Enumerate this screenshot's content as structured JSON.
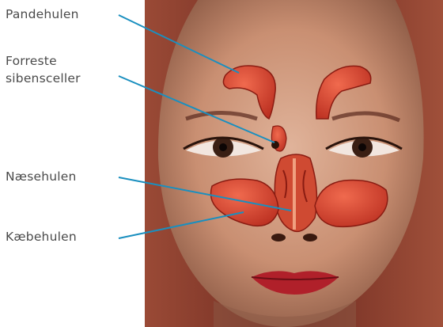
{
  "diagram": {
    "labels": [
      {
        "id": "pandehulen",
        "text": "Pandehulen"
      },
      {
        "id": "forreste-sibensceller",
        "text": "Forreste\nsibensceller"
      },
      {
        "id": "naesehulen",
        "text": "Næsehulen"
      },
      {
        "id": "kaebehulen",
        "text": "Kæbehulen"
      }
    ]
  },
  "colors": {
    "leader_line": "#1a8fbf",
    "sinus_fill": "#d2402c",
    "sinus_edge": "#8a1c12",
    "skin": "#c98f72",
    "hair": "#7a2e22",
    "lips": "#b0202a"
  }
}
